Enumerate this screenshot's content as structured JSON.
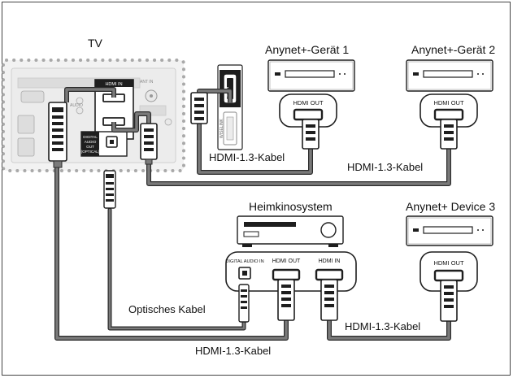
{
  "labels": {
    "tv": "TV",
    "device1": "Anynet+-Gerät 1",
    "device2": "Anynet+-Gerät 2",
    "home_theater": "Heimkinosystem",
    "device3": "Anynet+ Device 3",
    "cable_hdmi_1": "HDMI-1.3-Kabel",
    "cable_hdmi_2": "HDMI-1.3-Kabel",
    "cable_hdmi_3": "HDMI-1.3-Kabel",
    "cable_hdmi_4": "HDMI-1.3-Kabel",
    "cable_optical": "Optisches Kabel"
  },
  "ports": {
    "tv_hdmi_in": "HDMI IN",
    "tv_digital_audio_out_1": "DIGITAL",
    "tv_digital_audio_out_2": "AUDIO",
    "tv_digital_audio_out_3": "OUT",
    "tv_digital_audio_out_4": "(OPTICAL)",
    "tv_ant_in": "ANT IN",
    "tv_audio": "AUDIO",
    "device1_hdmi_out": "HDMI OUT",
    "device2_hdmi_out": "HDMI OUT",
    "device3_hdmi_out": "HDMI OUT",
    "ht_digital_audio_in": "DIGITAL AUDIO IN",
    "ht_hdmi_out": "HDMI OUT",
    "ht_hdmi_in": "HDMI IN",
    "side_hdmi_in": "HDMI IN",
    "side_wiselink": "WISELINK"
  },
  "colors": {
    "cable": "#6d6d6d",
    "cable_edge": "#2b2b2b",
    "panel_dots": "#a9a9a9",
    "panel_fill": "#f2f2f2",
    "port_fill": "#ffffff",
    "port_dark": "#1e1e1e"
  }
}
